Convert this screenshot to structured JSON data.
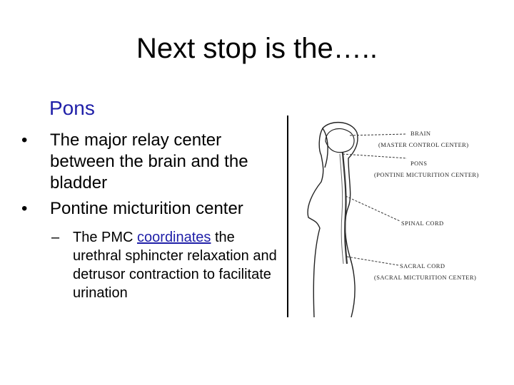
{
  "slide": {
    "title": "Next stop is the…..",
    "subtitle": "Pons",
    "subtitle_color": "#1f1fa8",
    "link_color": "#1f1fa8",
    "bullet_glyph": "•",
    "sub_bullet_glyph": "–",
    "bullets": [
      {
        "text": "The major relay center between the brain and the bladder"
      },
      {
        "text": "Pontine micturition center",
        "sub_bullets": [
          {
            "prefix": "The PMC ",
            "link": "coordinates",
            "suffix": " the urethral sphincter relaxation and detrusor contraction to facilitate urination"
          }
        ]
      }
    ]
  },
  "figure": {
    "labels": [
      {
        "name": "BRAIN",
        "note": "(MASTER CONTROL CENTER)"
      },
      {
        "name": "PONS",
        "note": "(PONTINE MICTURITION CENTER)"
      },
      {
        "name": "SPINAL CORD",
        "note": ""
      },
      {
        "name": "SACRAL CORD",
        "note": "(SACRAL MICTURITION CENTER)"
      }
    ]
  }
}
